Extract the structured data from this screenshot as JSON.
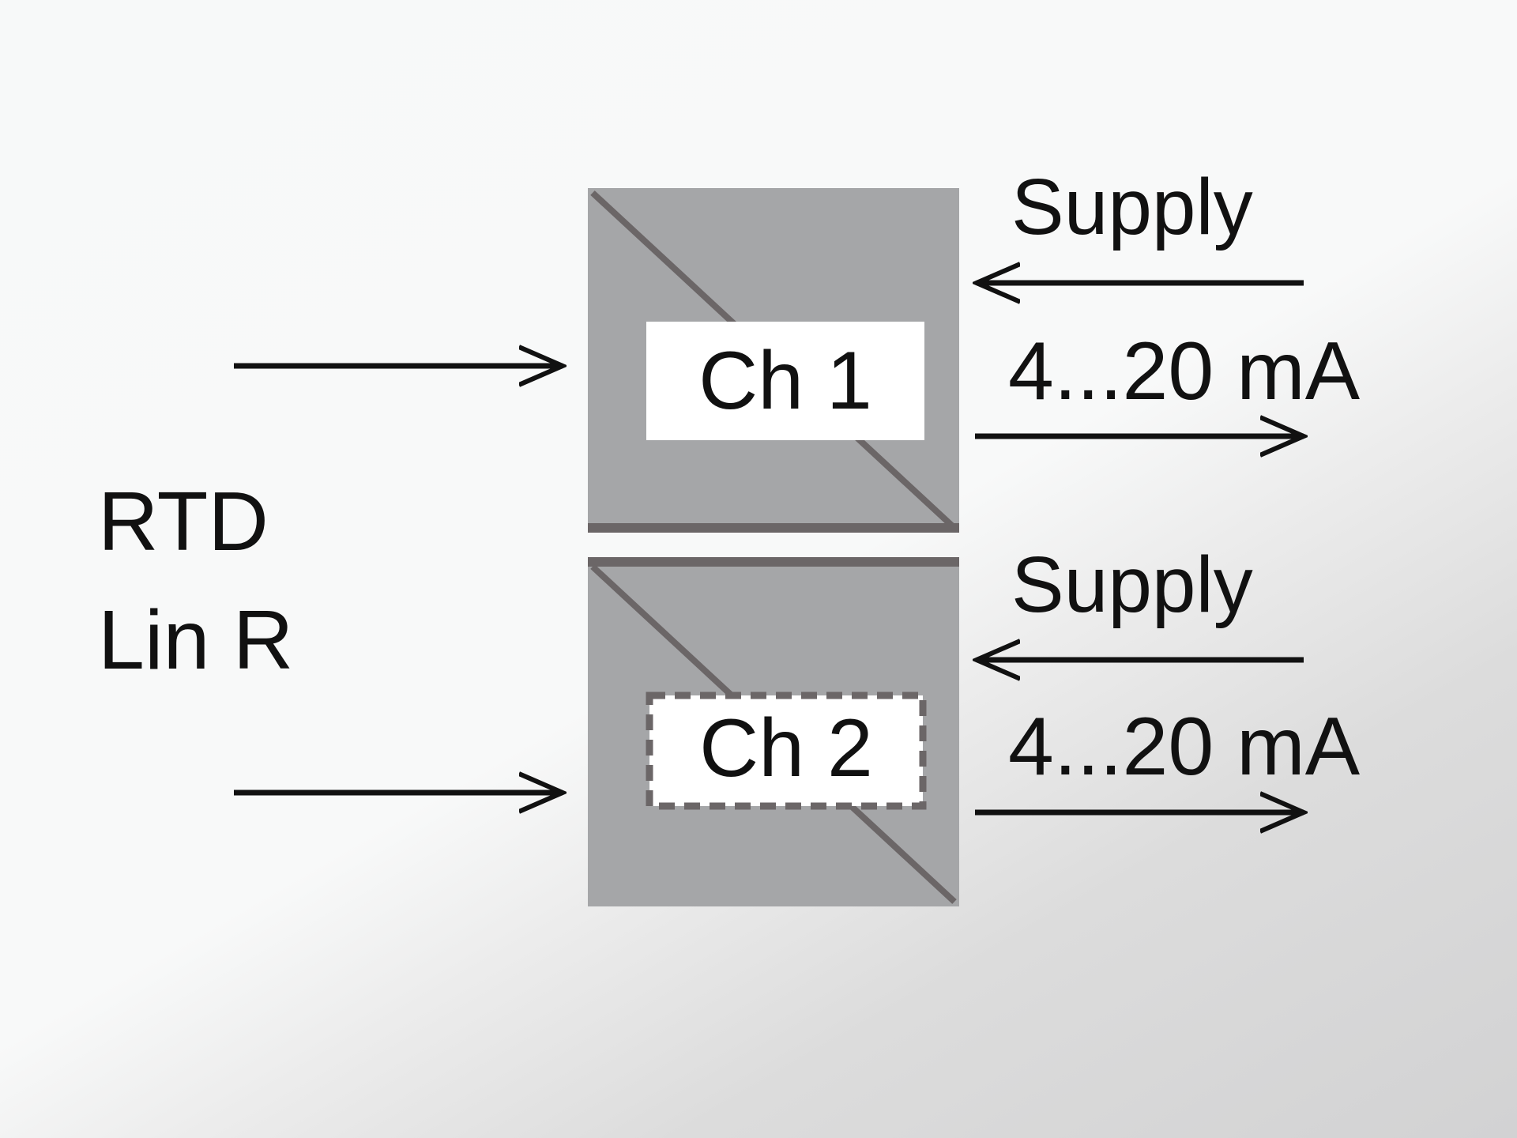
{
  "input": {
    "line1": "RTD",
    "line2": "Lin R"
  },
  "channels": [
    {
      "label": "Ch 1",
      "supply": "Supply",
      "output": "4...20 mA"
    },
    {
      "label": "Ch 2",
      "supply": "Supply",
      "output": "4...20 mA"
    }
  ],
  "colors": {
    "block_fill": "#a5a6a8",
    "block_stroke": "#6b6667",
    "label_box": "#ffffff",
    "arrow": "#111111"
  }
}
